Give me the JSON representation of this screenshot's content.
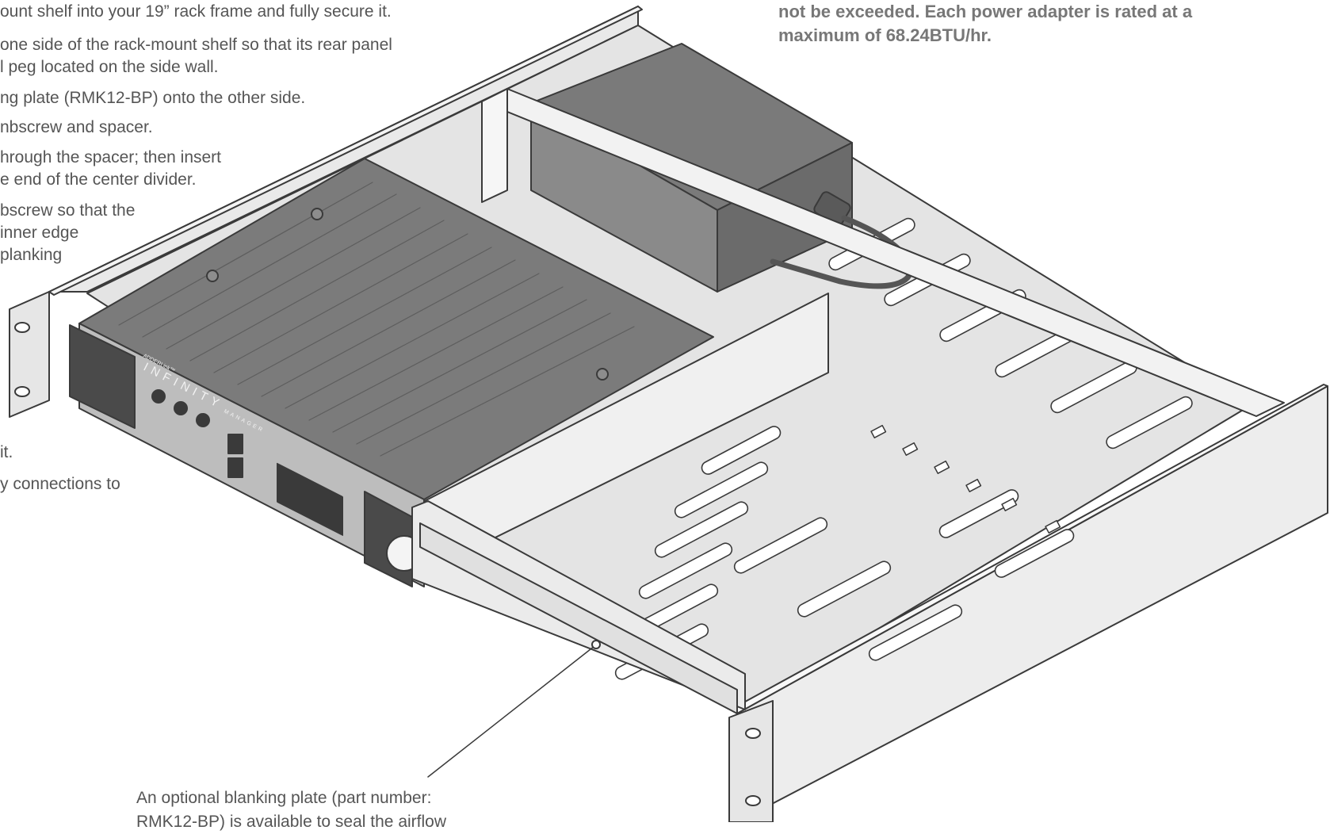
{
  "steps": [
    "ount shelf into your 19” rack frame and fully secure it.",
    "one side of the rack-mount shelf so that its rear panel",
    "l peg located on the side wall.",
    "ng plate (RMK12-BP) onto the other side.",
    "nbscrew and spacer.",
    "hrough the spacer; then insert",
    "e end of the center divider.",
    "bscrew so that the",
    "inner edge",
    "planking",
    "it.",
    "y connections to"
  ],
  "warning": {
    "line1": "not be exceeded. Each power adapter is rated at a",
    "line2": "maximum of 68.24BTU/hr."
  },
  "caption": {
    "line1": "An optional blanking plate (part number:",
    "line2": "RMK12-BP) is available to seal the airflow"
  },
  "device": {
    "brand_small": "ADDERLink™",
    "brand": "INFINITY",
    "model": "MANAGER"
  },
  "colors": {
    "text": "#555555",
    "warning_text": "#777777",
    "line": "#3a3a3a",
    "shelf_light": "#ececec",
    "shelf_mid": "#d9d9d9",
    "device_dark": "#4a4a4a",
    "device_top": "#7b7b7b",
    "front_panel": "#bdbdbd"
  }
}
